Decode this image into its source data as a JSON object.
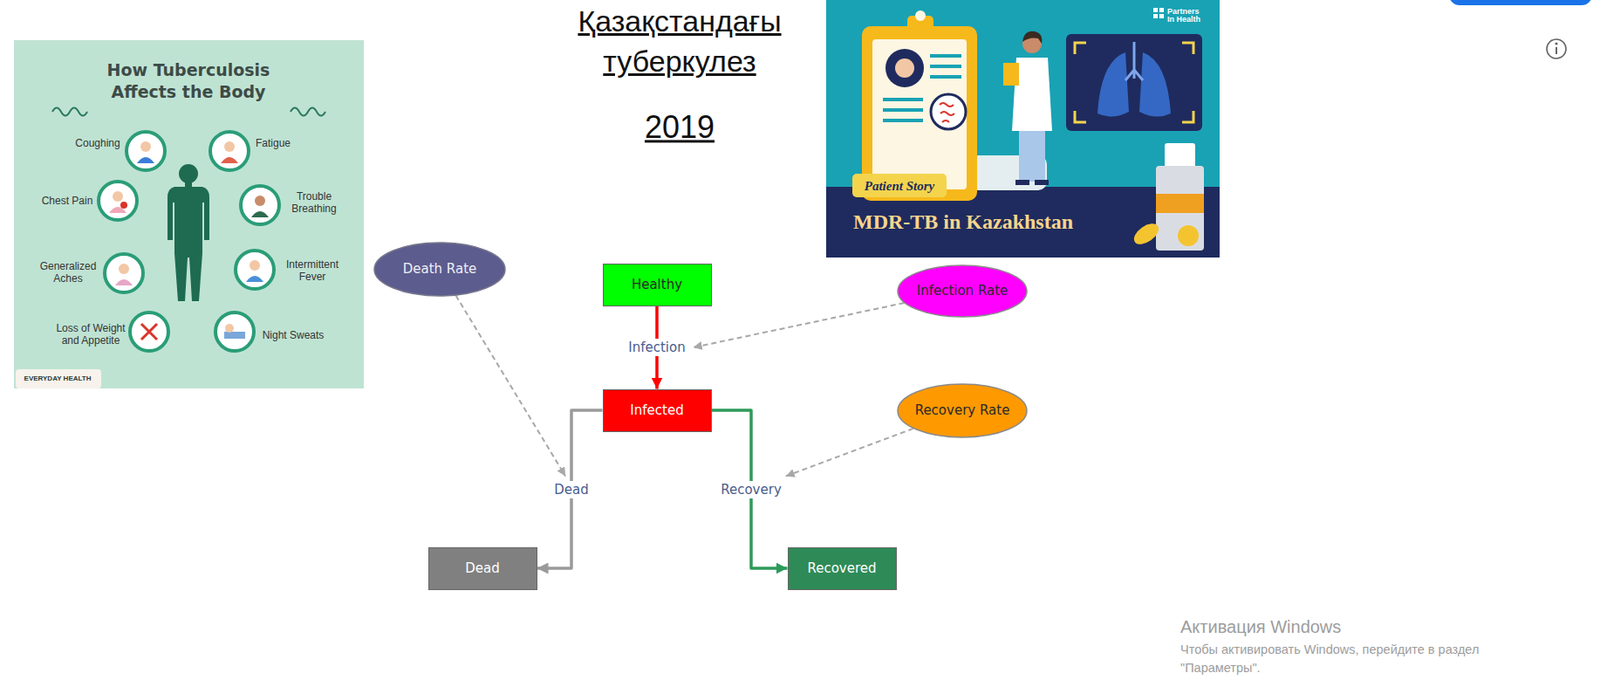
{
  "diagram": {
    "title": "Қазақстандағы туберкулез",
    "nodes": [
      {
        "text": [
          "Death Rate"
        ]
      },
      {
        "text": [
          "Healthy"
        ]
      },
      {
        "text": [
          "Infection Rate"
        ]
      },
      {
        "text": [
          "Infected"
        ]
      },
      {
        "text": [
          "Recovery Rate"
        ]
      },
      {
        "text": [
          "Dead"
        ]
      },
      {
        "text": [
          "Recovered"
        ]
      }
    ],
    "edges": [
      {
        "from": 1,
        "to": 3,
        "arrow": "to",
        "label": "Infection"
      },
      {
        "from": 3,
        "to": 5,
        "arrow": "to",
        "label": "Dead"
      },
      {
        "from": 3,
        "to": 6,
        "arrow": "to",
        "label": "Recovery"
      }
    ],
    "labels": [
      "2019",
      "How Tuberculosis Affects the Body",
      "Coughing",
      "Fatigue",
      "Chest Pain",
      "Trouble Breathing",
      "Generalized Aches",
      "Intermittent Fever",
      "Loss of Weight and Appetite",
      "Night Sweats",
      "EVERYDAY HEALTH",
      "Partners In Health",
      "Patient Story",
      "MDR-TB in Kazakhstan",
      "Активация Windows",
      "Чтобы активировать Windows, перейдите в раздел",
      "\"Параметры\"."
    ]
  }
}
